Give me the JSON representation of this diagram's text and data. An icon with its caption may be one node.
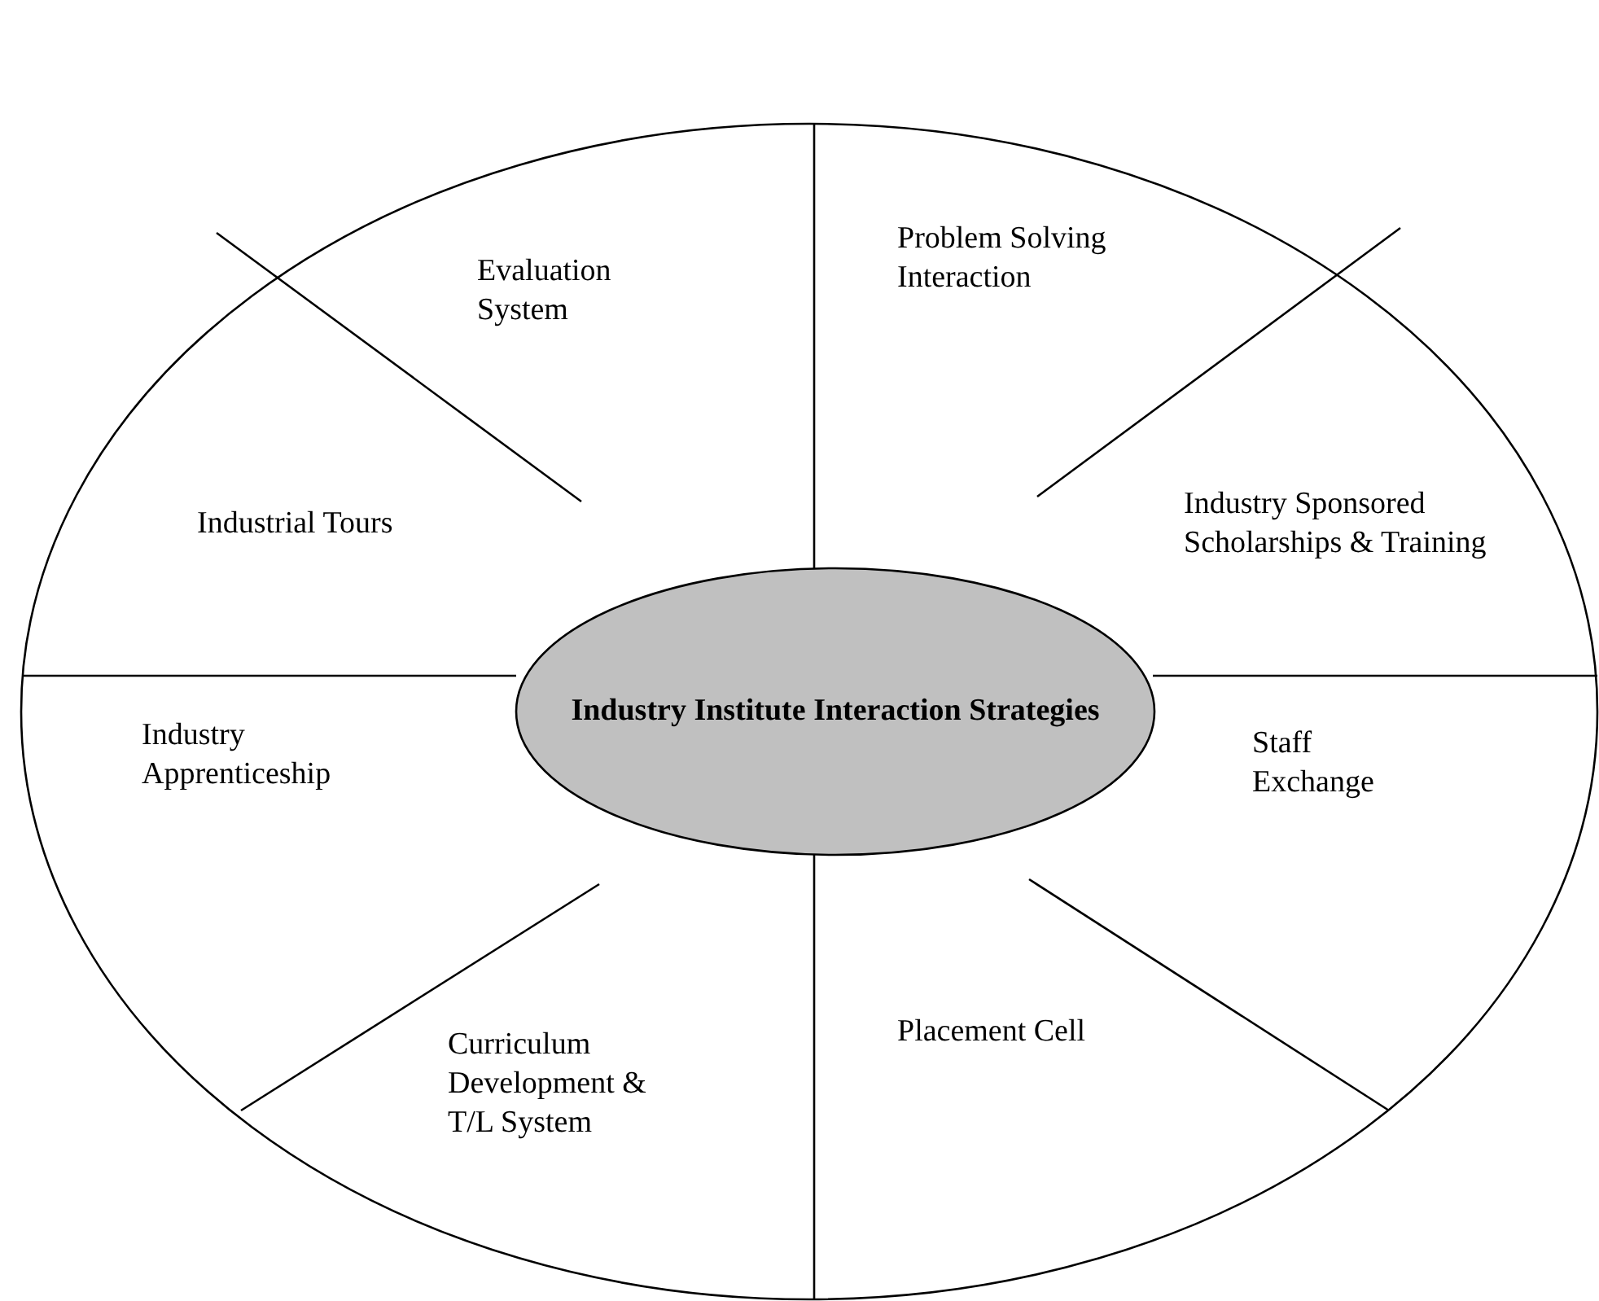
{
  "diagram": {
    "nodes": [
      {
        "text": [
          "Industry Institute Interaction Strategies"
        ]
      },
      {
        "text": [
          "Evaluation System"
        ]
      },
      {
        "text": [
          "Problem Solving Interaction"
        ]
      },
      {
        "text": [
          "Industrial Tours"
        ]
      },
      {
        "text": [
          "Industry Sponsored Scholarships & Training"
        ]
      },
      {
        "text": [
          "Industry Apprenticeship"
        ]
      },
      {
        "text": [
          "Staff Exchange"
        ]
      },
      {
        "text": [
          "Placement Cell"
        ]
      },
      {
        "text": [
          "Curriculum Development & T/L System"
        ]
      }
    ],
    "edges": []
  }
}
